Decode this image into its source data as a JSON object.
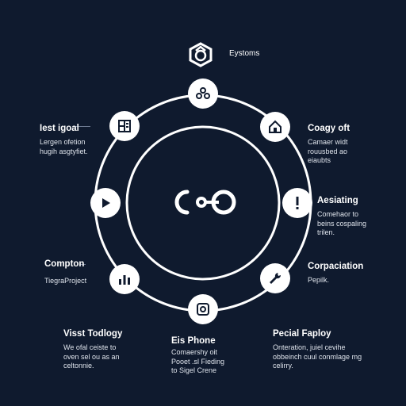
{
  "center_glyph": "C⚬O",
  "top": {
    "label": "Eystoms"
  },
  "nodes": {
    "left_top": {
      "title": "Iest igoal",
      "desc": [
        "Lergen ofetion",
        "hugih asgtyfiet."
      ]
    },
    "right_top": {
      "title": "Coagy oft",
      "desc": [
        "Camaer widt",
        "rouusbed ao",
        "eiaubts"
      ]
    },
    "right_mid": {
      "title": "Aesiating",
      "desc": [
        "Comehaor to",
        "beins cospaling",
        "trilen."
      ]
    },
    "left_mid": {
      "title": "Compton",
      "desc": [
        "TiegraProject"
      ]
    },
    "right_low": {
      "title": "Corpaciation",
      "desc": [
        "Pepilk."
      ]
    },
    "bottom_left": {
      "title": "Visst Todlogy",
      "desc": [
        "We ofal ceiste to",
        "oven sel ou as an",
        "celtonnie."
      ]
    },
    "bottom_center": {
      "title": "Eis Phone",
      "desc": [
        "Comaershy oit",
        "Pooet .sl Fieding",
        "to Sigel Crene"
      ]
    },
    "bottom_right": {
      "title": "Pecial Faploy",
      "desc": [
        "Onteration, juiel cevihe",
        "obbeinch cuul conmlage mg",
        "celirry."
      ]
    }
  },
  "icons": {
    "top": "hexagon-house-icon",
    "node_top": "people-icon",
    "node_upper_left": "panel-icon",
    "node_upper_right": "house-icon",
    "node_left": "play-icon",
    "node_right": "exclamation-icon",
    "node_lower_left": "bar-chart-icon",
    "node_lower_right": "wrench-icon",
    "node_bottom": "camera-icon"
  },
  "colors": {
    "background": "#0f1a2e",
    "line": "#ffffff",
    "node_fill": "#ffffff",
    "icon": "#0f1a2e"
  }
}
